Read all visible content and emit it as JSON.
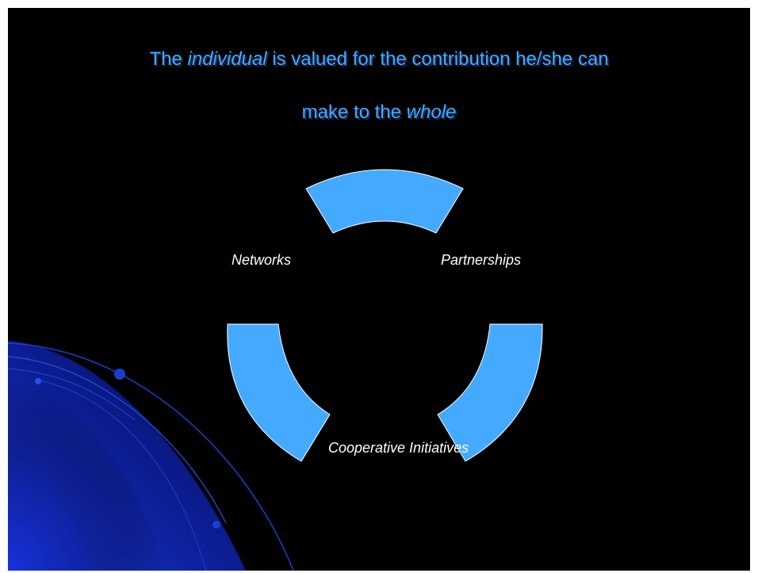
{
  "title": {
    "line1_prefix": "The ",
    "line1_em1": "individual",
    "line1_mid": " is valued for the contribution he/she can",
    "line2_prefix": "make to the ",
    "line2_em": "whole"
  },
  "cycle": {
    "labels": {
      "networks": "Networks",
      "partnerships": "Partnerships",
      "cooperative": "Cooperative Initiatives"
    }
  },
  "colors": {
    "background": "#000000",
    "title": "#44AAFF",
    "arc_fill": "#44AAFF",
    "label": "#FFFFFF",
    "decor": "#1a3fd0"
  }
}
